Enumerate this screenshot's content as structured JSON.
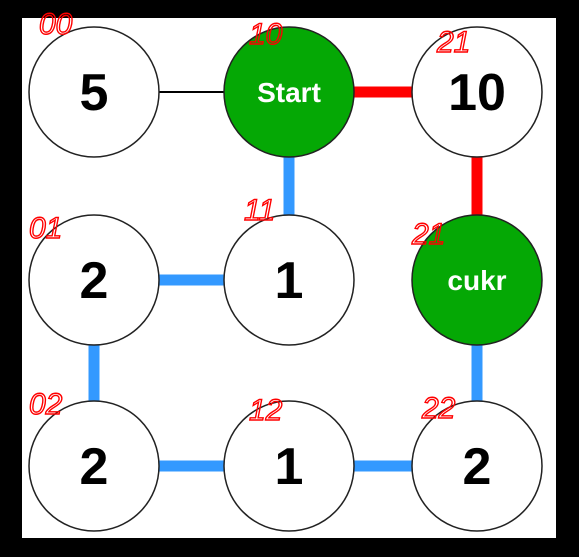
{
  "colors": {
    "background": "#000000",
    "panel": "#ffffff",
    "node_default": "#ffffff",
    "node_highlight": "#05a805",
    "edge_default": "#000000",
    "edge_path": "#ff0000",
    "edge_explored": "#3399ff",
    "annotation": "#ff0000"
  },
  "nodes": [
    {
      "id": "n00",
      "label": "5",
      "highlight": false,
      "note": "00"
    },
    {
      "id": "n10",
      "label": "Start",
      "highlight": true,
      "note": "10"
    },
    {
      "id": "n21",
      "label": "10",
      "highlight": false,
      "note": "21"
    },
    {
      "id": "n01",
      "label": "2",
      "highlight": false,
      "note": "01"
    },
    {
      "id": "n11",
      "label": "1",
      "highlight": false,
      "note": "11"
    },
    {
      "id": "n2x",
      "label": "cukr",
      "highlight": true,
      "note": "21"
    },
    {
      "id": "n02",
      "label": "2",
      "highlight": false,
      "note": "02"
    },
    {
      "id": "n12",
      "label": "1",
      "highlight": false,
      "note": "12"
    },
    {
      "id": "n22",
      "label": "2",
      "highlight": false,
      "note": "22"
    }
  ],
  "edges": [
    {
      "from": "n00",
      "to": "n10",
      "kind": "default"
    },
    {
      "from": "n10",
      "to": "n21",
      "kind": "path"
    },
    {
      "from": "n21",
      "to": "n2x",
      "kind": "path"
    },
    {
      "from": "n10",
      "to": "n11",
      "kind": "explored"
    },
    {
      "from": "n01",
      "to": "n11",
      "kind": "explored"
    },
    {
      "from": "n01",
      "to": "n02",
      "kind": "explored"
    },
    {
      "from": "n02",
      "to": "n12",
      "kind": "explored"
    },
    {
      "from": "n12",
      "to": "n22",
      "kind": "explored"
    },
    {
      "from": "n2x",
      "to": "n22",
      "kind": "explored"
    }
  ]
}
